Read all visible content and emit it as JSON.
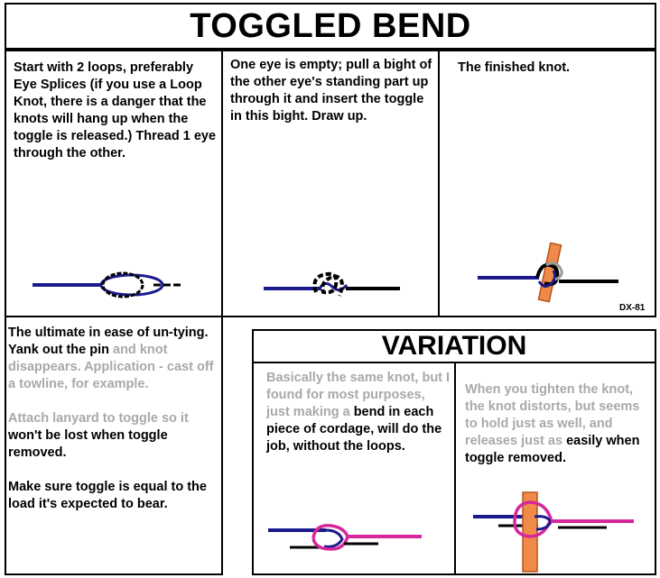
{
  "header": {
    "title": "TOGGLED BEND"
  },
  "panels": {
    "step1": {
      "text": "Start with 2 loops, preferably Eye Splices (if you use a Loop Knot, there is a danger that the knots will hang up when the toggle is released.) Thread 1 eye through the other."
    },
    "step2": {
      "text": "One eye is empty; pull a bight of the other eye's standing part up through it and insert the toggle in this bight. Draw up."
    },
    "step3": {
      "text": "The finished knot.",
      "tag": "DX-81"
    },
    "notes": {
      "p1a": "The ultimate in ease of un-tying. Yank out the pin",
      "p1b": "and knot disappears. Application - cast off a towline, for example.",
      "p2a": "Attach lanyard to toggle so it",
      "p2b": "won't be lost when toggle removed.",
      "p3": "Make sure toggle is equal to the load it's expected to bear."
    }
  },
  "variation": {
    "title": "VARIATION",
    "left": {
      "text_faint": "Basically the same knot, but I found for most purposes, just making a",
      "text_dark": "bend in each piece of cordage, will do the job, without the loops."
    },
    "right": {
      "text_faint": "When you tighten the knot, the knot distorts, but seems to hold just as well, and releases just as",
      "text_dark": "easily when toggle removed."
    }
  },
  "colors": {
    "blue_rope": "#1a1a8c",
    "black_rope": "#000000",
    "pink_rope": "#d6289a",
    "toggle": "#f08a4b",
    "muted_text": "#a9a9a9"
  }
}
